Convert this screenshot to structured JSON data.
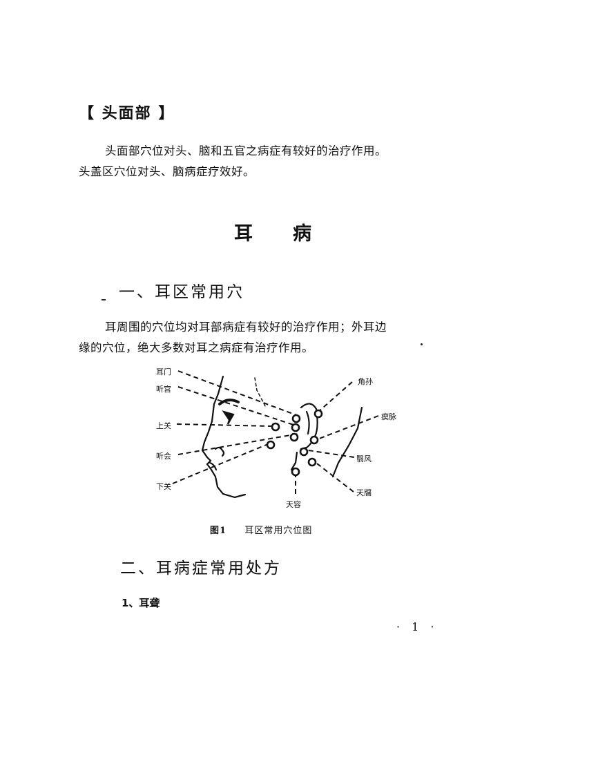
{
  "section": {
    "heading": "【 头面部 】",
    "paragraph_line1": "头面部穴位对头、脑和五官之病症有较好的治疗作用。",
    "paragraph_line2": "头盖区穴位对头、脑病症疗效好。"
  },
  "chapter": {
    "title_char1": "耳",
    "title_char2": "病"
  },
  "part1": {
    "heading": "一、耳区常用穴",
    "paragraph_line1": "耳周围的穴位均对耳部病症有较好的治疗作用；外耳边",
    "paragraph_line2": "缘的穴位，绝大多数对耳之病症有治疗作用。"
  },
  "figure": {
    "labels_left": [
      "耳门",
      "听宫",
      "上关",
      "听会",
      "下关"
    ],
    "labels_right": [
      "角孙",
      "瘈脉",
      "翳风",
      "天牖"
    ],
    "label_bottom": "天容",
    "caption_number": "图1",
    "caption_text": "耳区常用穴位图"
  },
  "part2": {
    "heading": "二、耳病症常用处方",
    "item1": "1、耳聋"
  },
  "page": {
    "number": "· 1 ·"
  }
}
